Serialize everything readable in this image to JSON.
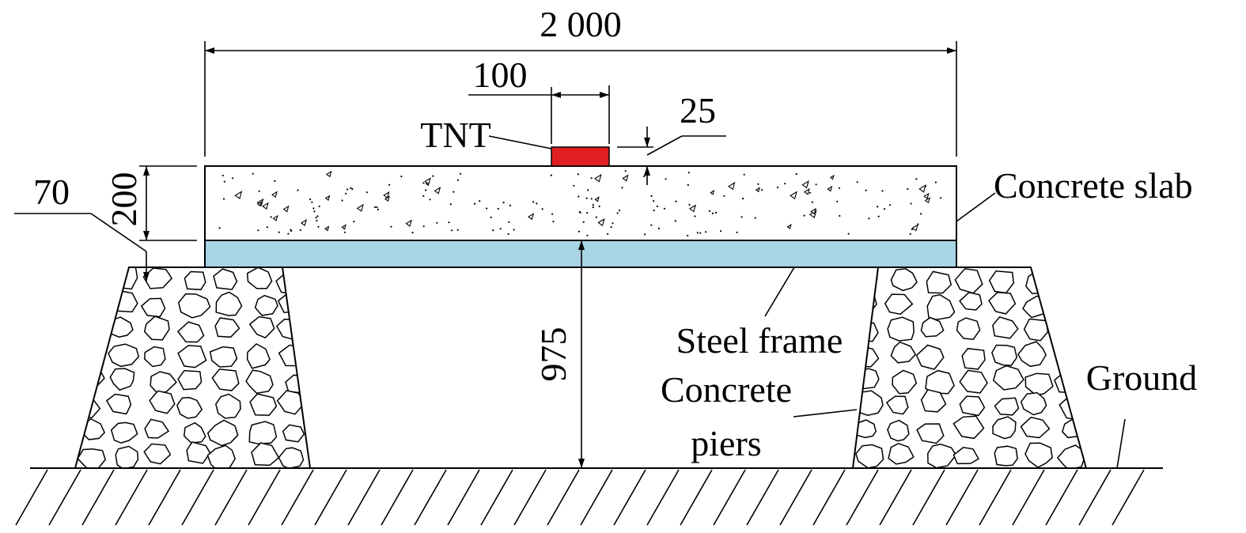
{
  "dimensions": {
    "slab_span": "2 000",
    "tnt_length": "100",
    "standoff": "25",
    "slab_thickness": "200",
    "pier_inset": "70",
    "clearance_height": "975"
  },
  "labels": {
    "tnt": "TNT",
    "concrete_slab": "Concrete slab",
    "steel_frame": "Steel frame",
    "concrete_piers_line1": "Concrete",
    "concrete_piers_line2": "piers",
    "ground": "Ground"
  },
  "colors": {
    "tnt_fill": "#e02020",
    "steel_frame_fill": "#a8d4e6",
    "line": "#000000",
    "background": "#ffffff"
  }
}
